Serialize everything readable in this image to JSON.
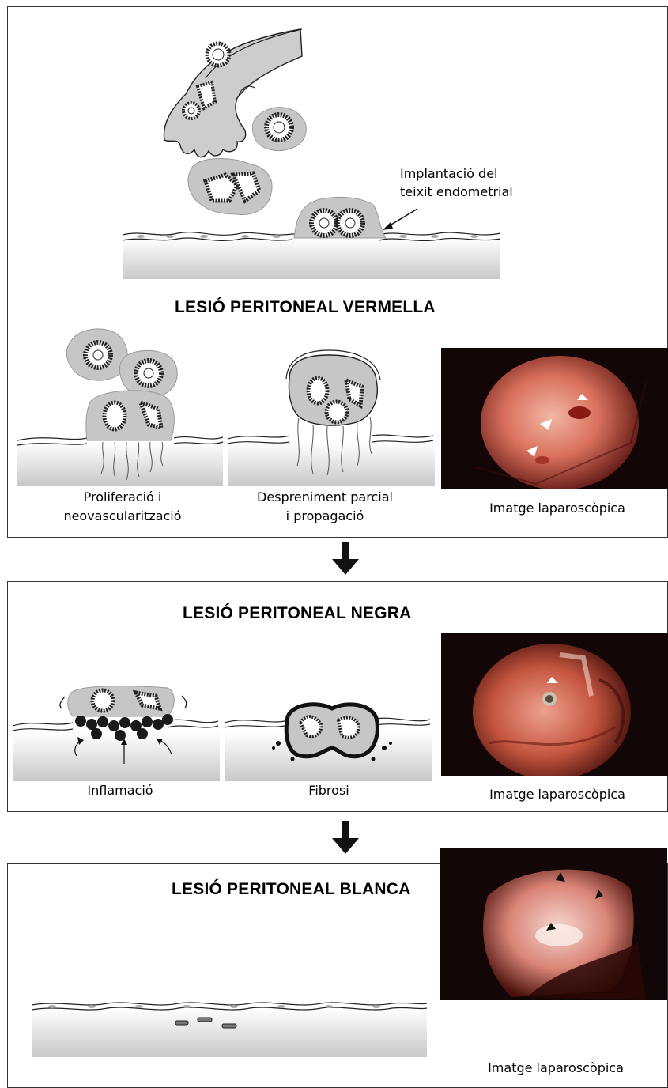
{
  "panel_red": {
    "implant_label_line1": "Implantació del",
    "implant_label_line2": "teixit endometrial",
    "title": "LESIÓ PERITONEAL VERMELLA",
    "caption_1_line1": "Proliferació i",
    "caption_1_line2": "neovascularització",
    "caption_2_line1": "Despreniment parcial",
    "caption_2_line2": "i propagació",
    "caption_photo": "Imatge laparoscòpica"
  },
  "panel_black": {
    "title": "LESIÓ PERITONEAL NEGRA",
    "caption_1": "Inflamació",
    "caption_2": "Fibrosi",
    "caption_photo": "Imatge laparoscòpica"
  },
  "panel_white": {
    "title": "LESIÓ PERITONEAL BLANCA",
    "caption_photo": "Imatge laparoscòpica"
  },
  "colors": {
    "tissue_gray": "#c6c6c6",
    "cell_outline": "#222222",
    "photo_background": "#120606",
    "photo_tissue_red": "#b8443a"
  }
}
